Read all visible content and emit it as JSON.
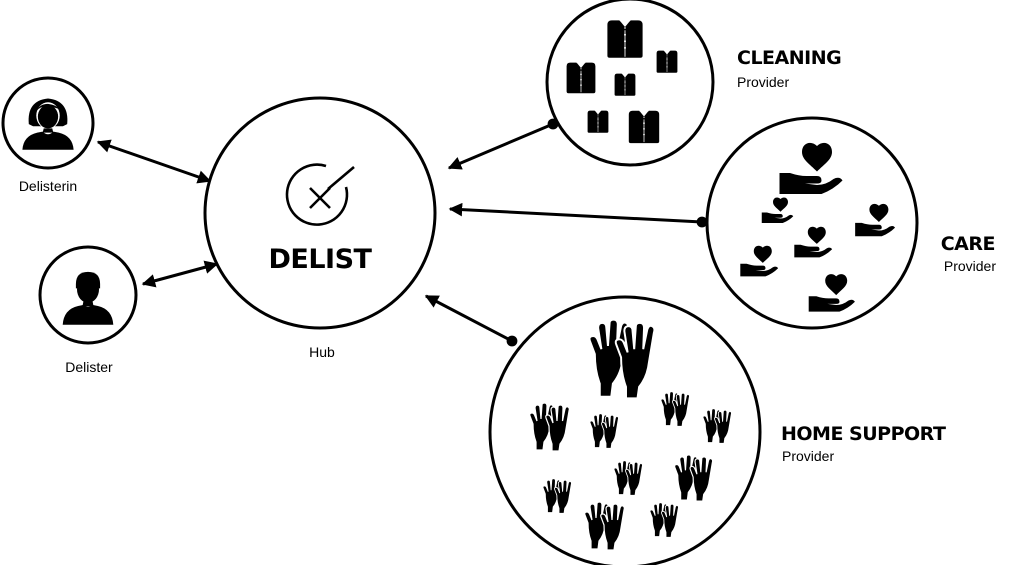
{
  "hub": {
    "brand": "DELIST",
    "label": "Hub",
    "logo_icon": "delist-logo-icon"
  },
  "users": [
    {
      "id": "delisterin",
      "label": "Delisterin",
      "icon": "woman-avatar-icon"
    },
    {
      "id": "delister",
      "label": "Delister",
      "icon": "man-avatar-icon"
    }
  ],
  "providers": [
    {
      "id": "cleaning",
      "title": "CLEANING",
      "subtitle": "Provider",
      "icon": "shirt-icon"
    },
    {
      "id": "care",
      "title": "CARE",
      "subtitle": "Provider",
      "icon": "heart-hand-icon"
    },
    {
      "id": "home-support",
      "title": "HOME SUPPORT",
      "subtitle": "Provider",
      "icon": "glove-icon"
    }
  ],
  "colors": {
    "ink": "#000000",
    "background": "#ffffff"
  }
}
